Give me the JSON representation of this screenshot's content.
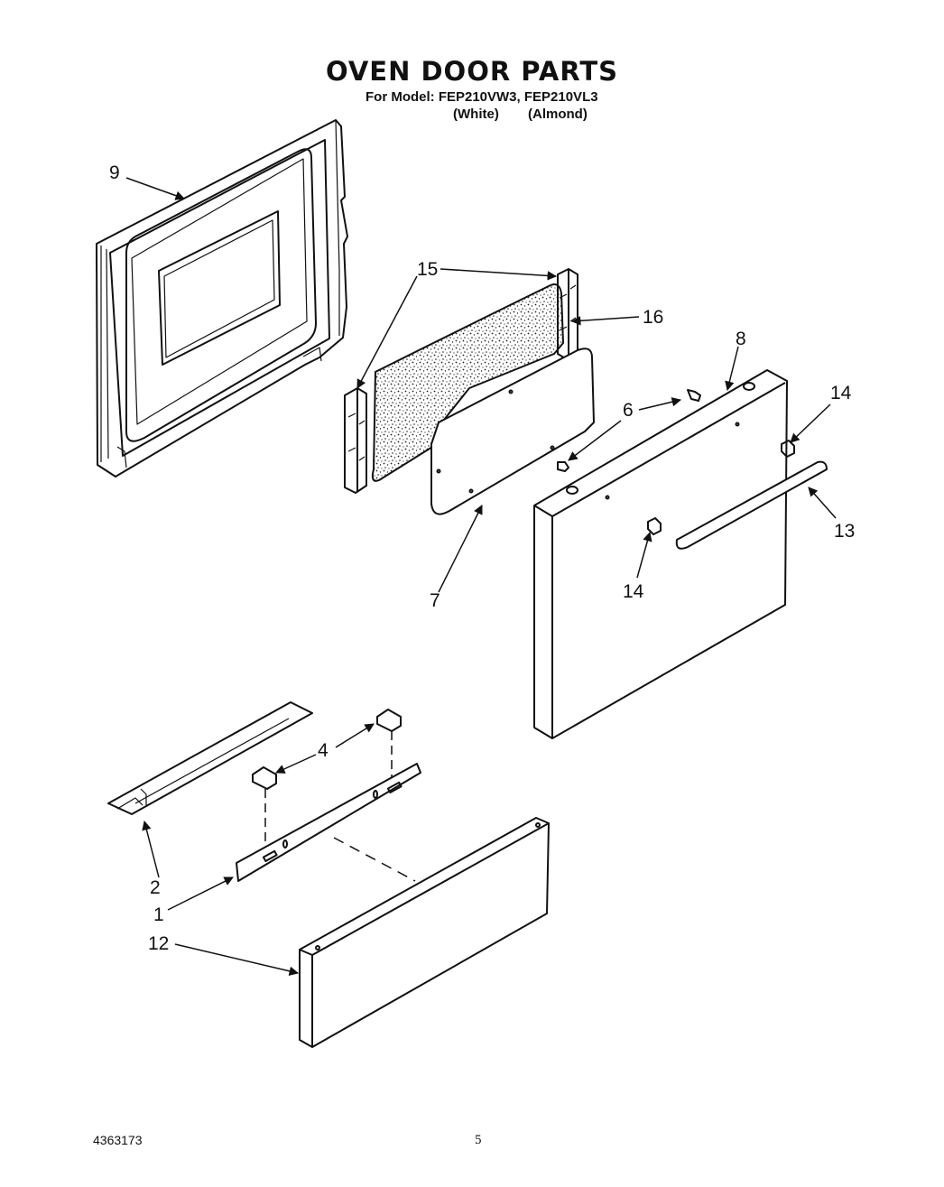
{
  "title": "OVEN DOOR PARTS",
  "model_line": "For Model: FEP210VW3, FEP210VL3",
  "colors": {
    "white": "(White)",
    "almond": "(Almond)"
  },
  "footer": {
    "doc_number": "4363173",
    "page": "5"
  },
  "callouts": {
    "c9": "9",
    "c15": "15",
    "c16": "16",
    "c8": "8",
    "c14a": "14",
    "c6": "6",
    "c13": "13",
    "c14b": "14",
    "c7": "7",
    "c4": "4",
    "c2": "2",
    "c1": "1",
    "c12": "12"
  }
}
